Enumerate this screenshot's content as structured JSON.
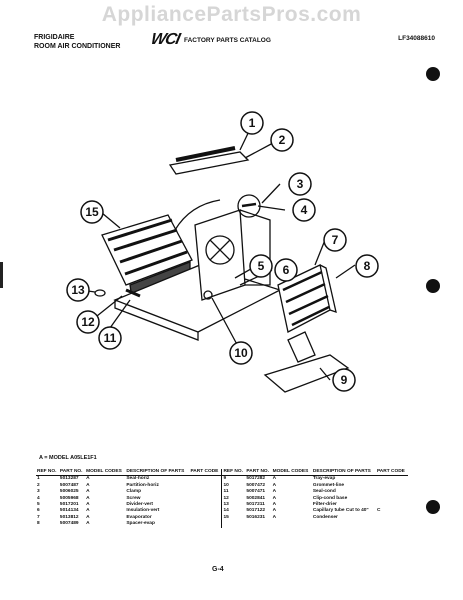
{
  "watermark": "AppliancePartsPros.com",
  "header": {
    "brand_line1": "FRIGIDAIRE",
    "brand_line2": "ROOM AIR CONDITIONER",
    "logo": "WCI",
    "catalog_title": "FACTORY PARTS CATALOG",
    "doc_number": "LF34088610"
  },
  "callouts": [
    "1",
    "2",
    "3",
    "4",
    "5",
    "6",
    "7",
    "8",
    "9",
    "10",
    "11",
    "12",
    "13",
    "15"
  ],
  "model_note": "A = MODEL A05LE1F1",
  "table": {
    "headers": {
      "ref": "REF NO.",
      "part": "PART NO.",
      "codes": "MODEL CODES",
      "desc": "DESCRIPTION OF PARTS",
      "pcode": "PART CODE"
    },
    "left": [
      {
        "ref": "1",
        "part": "5013287",
        "code": "A",
        "desc": "Seal-horiz",
        "pcode": ""
      },
      {
        "ref": "2",
        "part": "5007487",
        "code": "A",
        "desc": "Partition-horiz",
        "pcode": ""
      },
      {
        "ref": "3",
        "part": "5006025",
        "code": "A",
        "desc": "Clamp",
        "pcode": ""
      },
      {
        "ref": "4",
        "part": "5005968",
        "code": "A",
        "desc": "Screw",
        "pcode": ""
      },
      {
        "ref": "5",
        "part": "5017201",
        "code": "A",
        "desc": "Divider-vert",
        "pcode": ""
      },
      {
        "ref": "6",
        "part": "5014134",
        "code": "A",
        "desc": "Insulation-vert",
        "pcode": ""
      },
      {
        "ref": "7",
        "part": "5013812",
        "code": "A",
        "desc": "Evaporator",
        "pcode": ""
      },
      {
        "ref": "8",
        "part": "5007489",
        "code": "A",
        "desc": "Spacer-evap",
        "pcode": ""
      }
    ],
    "right": [
      {
        "ref": "9",
        "part": "5017282",
        "code": "A",
        "desc": "Tray-evap",
        "pcode": ""
      },
      {
        "ref": "10",
        "part": "5007472",
        "code": "A",
        "desc": "Grommet-line",
        "pcode": ""
      },
      {
        "ref": "11",
        "part": "5007471",
        "code": "A",
        "desc": "Seal-cond",
        "pcode": ""
      },
      {
        "ref": "12",
        "part": "5002841",
        "code": "A",
        "desc": "Clip-cond base",
        "pcode": ""
      },
      {
        "ref": "13",
        "part": "5017211",
        "code": "A",
        "desc": "Filter-drier",
        "pcode": ""
      },
      {
        "ref": "14",
        "part": "5017122",
        "code": "A",
        "desc": "Capillary tube Cut to 40\"",
        "pcode": "C"
      },
      {
        "ref": "15",
        "part": "5016231",
        "code": "A",
        "desc": "Condenser",
        "pcode": ""
      }
    ]
  },
  "page_number": "G-4"
}
